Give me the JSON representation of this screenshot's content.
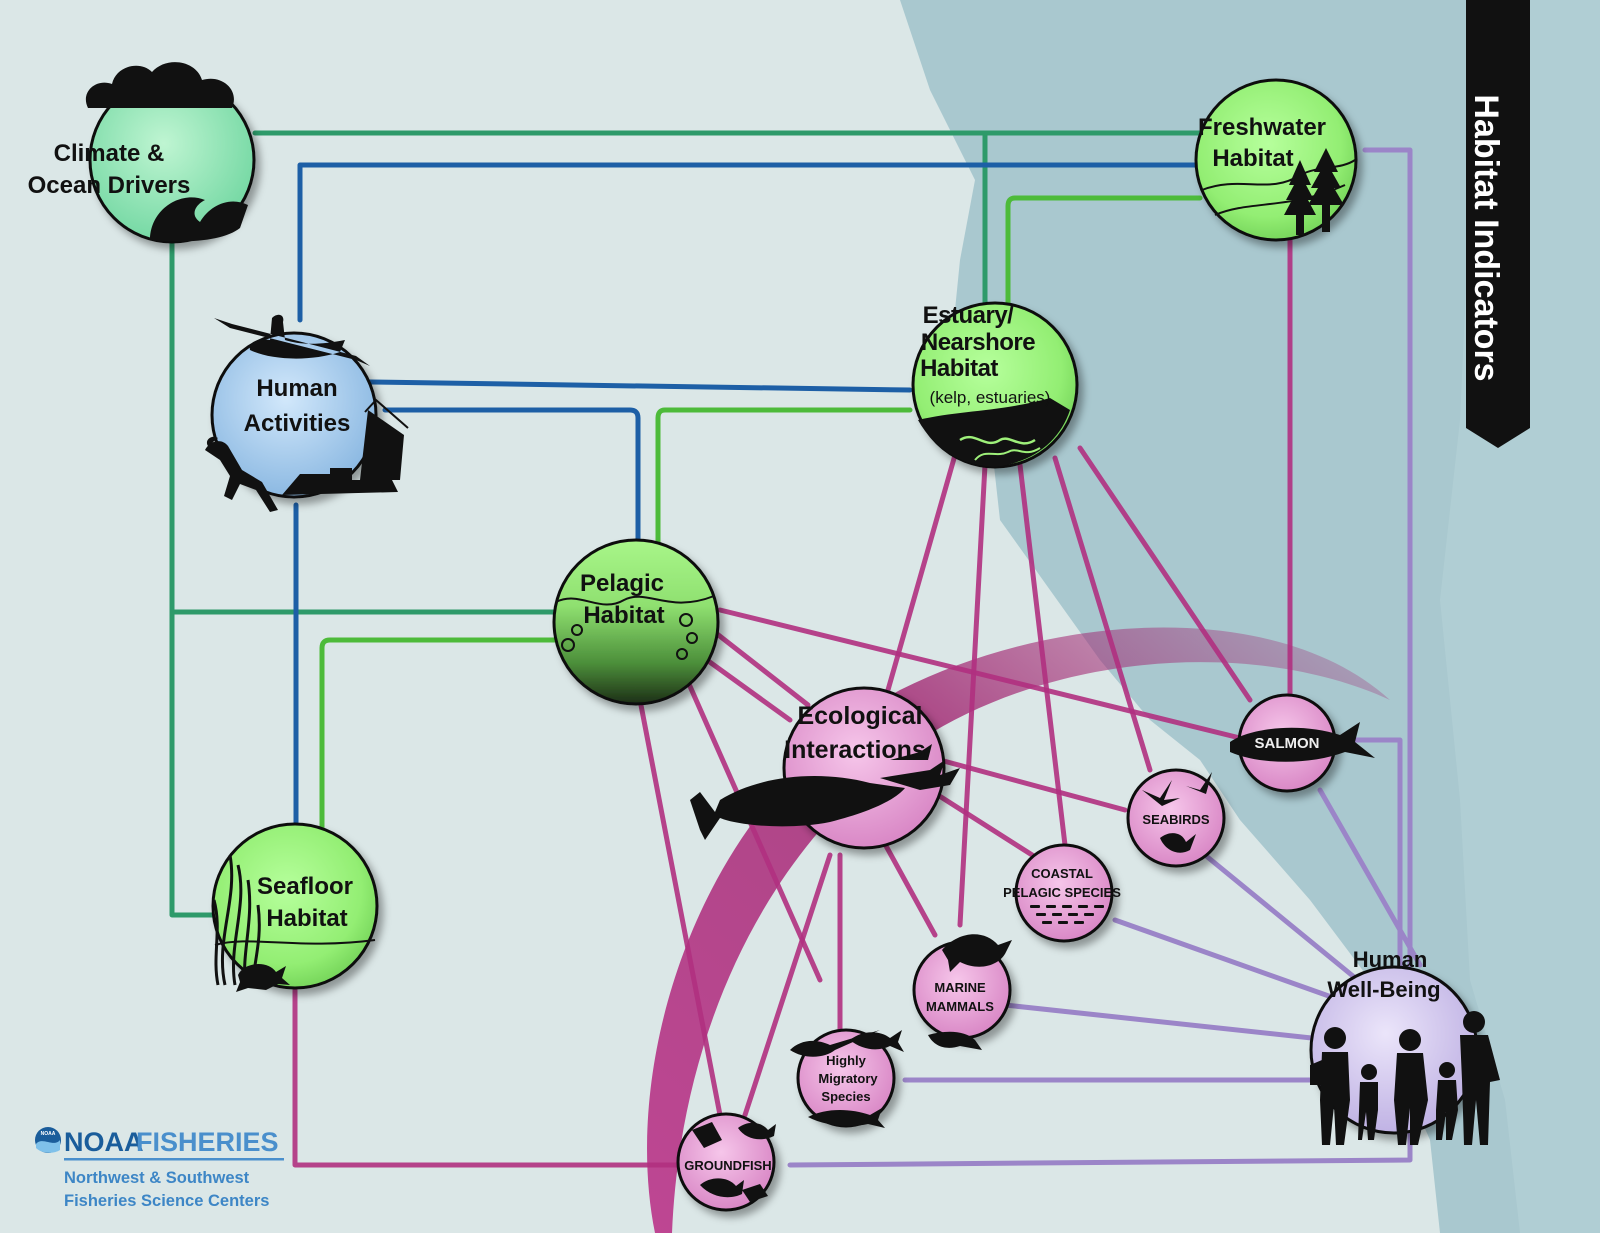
{
  "banner": {
    "title": "Habitat Indicators"
  },
  "nodes": {
    "climate": {
      "line1": "Climate &",
      "line2": "Ocean Drivers"
    },
    "freshwater": {
      "line1": "Freshwater",
      "line2": "Habitat"
    },
    "human_activities": {
      "line1": "Human",
      "line2": "Activities"
    },
    "estuary": {
      "line1": "Estuary/",
      "line2": "Nearshore",
      "line3": "Habitat",
      "line4": "(kelp, estuaries)"
    },
    "pelagic": {
      "line1": "Pelagic",
      "line2": "Habitat"
    },
    "ecological": {
      "line1": "Ecological",
      "line2": "Interactions"
    },
    "salmon": {
      "label": "SALMON"
    },
    "seabirds": {
      "label": "SEABIRDS"
    },
    "coastal_pelagic": {
      "line1": "COASTAL",
      "line2": "PELAGIC SPECIES"
    },
    "seafloor": {
      "line1": "Seafloor",
      "line2": "Habitat"
    },
    "marine_mammals": {
      "line1": "MARINE",
      "line2": "MAMMALS"
    },
    "human_wellbeing": {
      "line1": "Human",
      "line2": "Well-Being"
    },
    "highly_migratory": {
      "line1": "Highly",
      "line2": "Migratory",
      "line3": "Species"
    },
    "groundfish": {
      "label": "GROUNDFISH"
    }
  },
  "logo": {
    "brand_a": "NOAA",
    "brand_b": "FISHERIES",
    "subtitle1": "Northwest & Southwest",
    "subtitle2": "Fisheries Science Centers",
    "seal_text": "NOAA"
  },
  "colors": {
    "background": "#d9e6e6",
    "coast_water": "#a9c8cf",
    "link_climate": "#2e9a6a",
    "link_human": "#1d5fa6",
    "link_habitat": "#4dbb3a",
    "link_ecology": "#b0307f",
    "link_wellbeing": "#9b85c8",
    "habitat_node": "#9ef07a",
    "human_node": "#a9cdee",
    "ecology_node": "#e79cd4",
    "wellbeing_node": "#cfc3ec",
    "banner": "#111111"
  }
}
